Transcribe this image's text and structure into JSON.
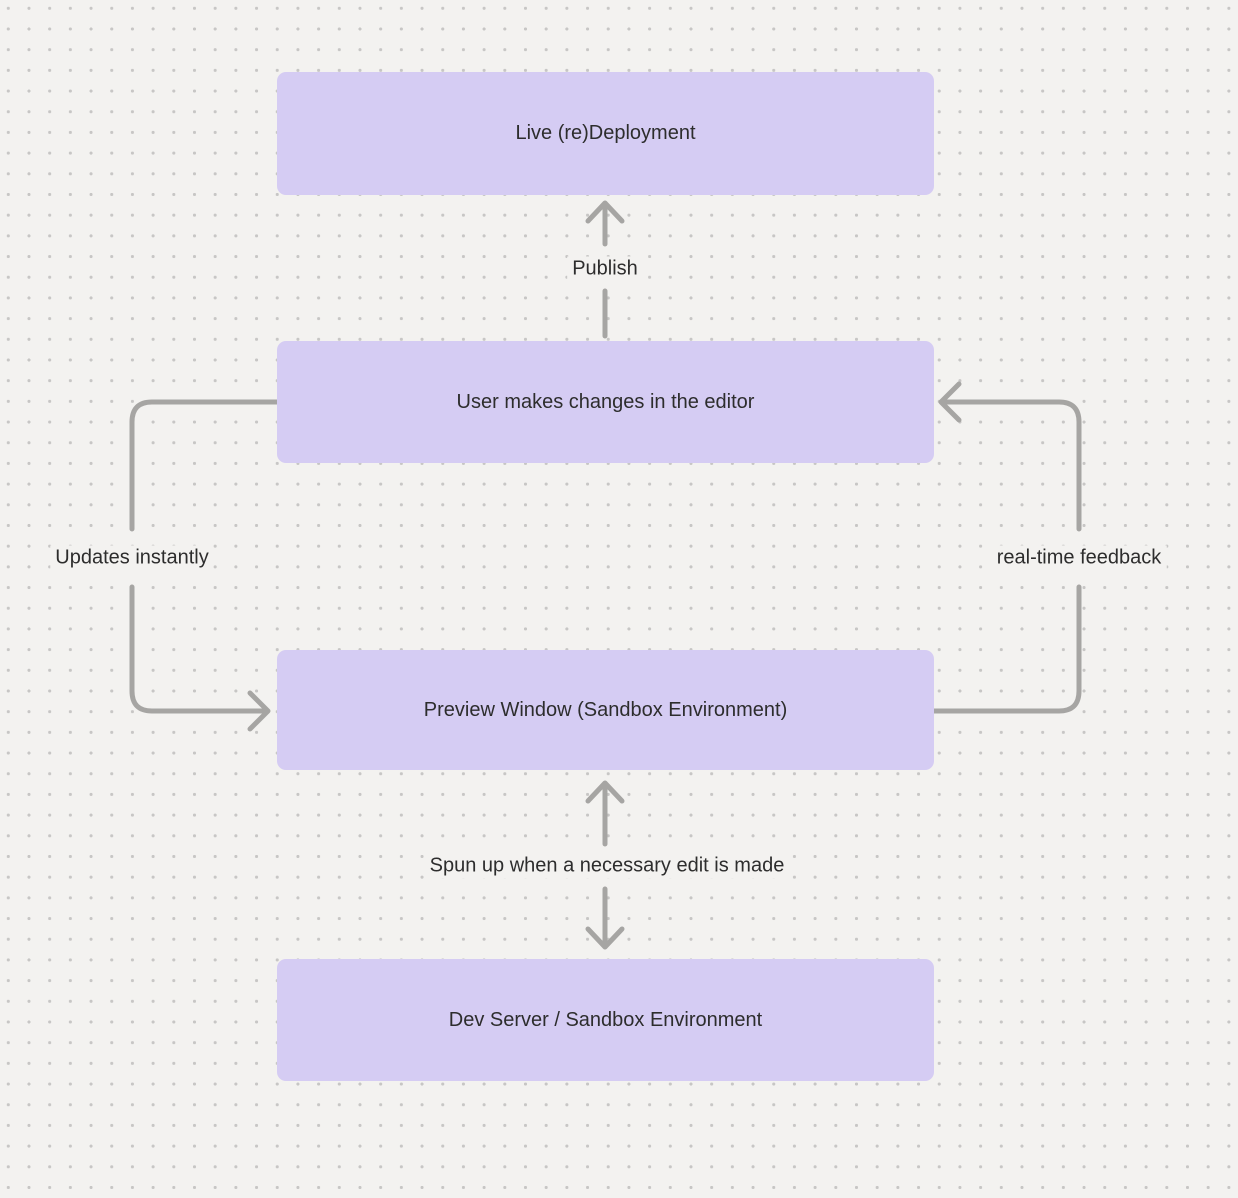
{
  "canvas": {
    "background_color": "#f3f2f0",
    "dot_color": "#c7c6c5",
    "node_fill": "#d5ccf3",
    "node_text_color": "#2d2d2d",
    "arrow_color": "#a6a5a3"
  },
  "nodes": [
    {
      "id": "live-deployment",
      "label": "Live (re)Deployment"
    },
    {
      "id": "editor",
      "label": "User makes changes in the editor"
    },
    {
      "id": "preview-window",
      "label": "Preview Window (Sandbox Environment)"
    },
    {
      "id": "dev-server",
      "label": "Dev Server / Sandbox Environment"
    }
  ],
  "edges": [
    {
      "id": "publish",
      "label": "Publish",
      "from": "editor",
      "to": "live-deployment",
      "direction": "up"
    },
    {
      "id": "updates-instantly",
      "label": "Updates instantly",
      "from": "editor",
      "to": "preview-window",
      "direction": "left-loop"
    },
    {
      "id": "realtime-feedback",
      "label": "real-time feedback",
      "from": "preview-window",
      "to": "editor",
      "direction": "right-loop"
    },
    {
      "id": "spun-up",
      "label": "Spun up when a necessary edit is made",
      "from": "preview-window",
      "to": "dev-server",
      "direction": "bidirectional"
    }
  ]
}
